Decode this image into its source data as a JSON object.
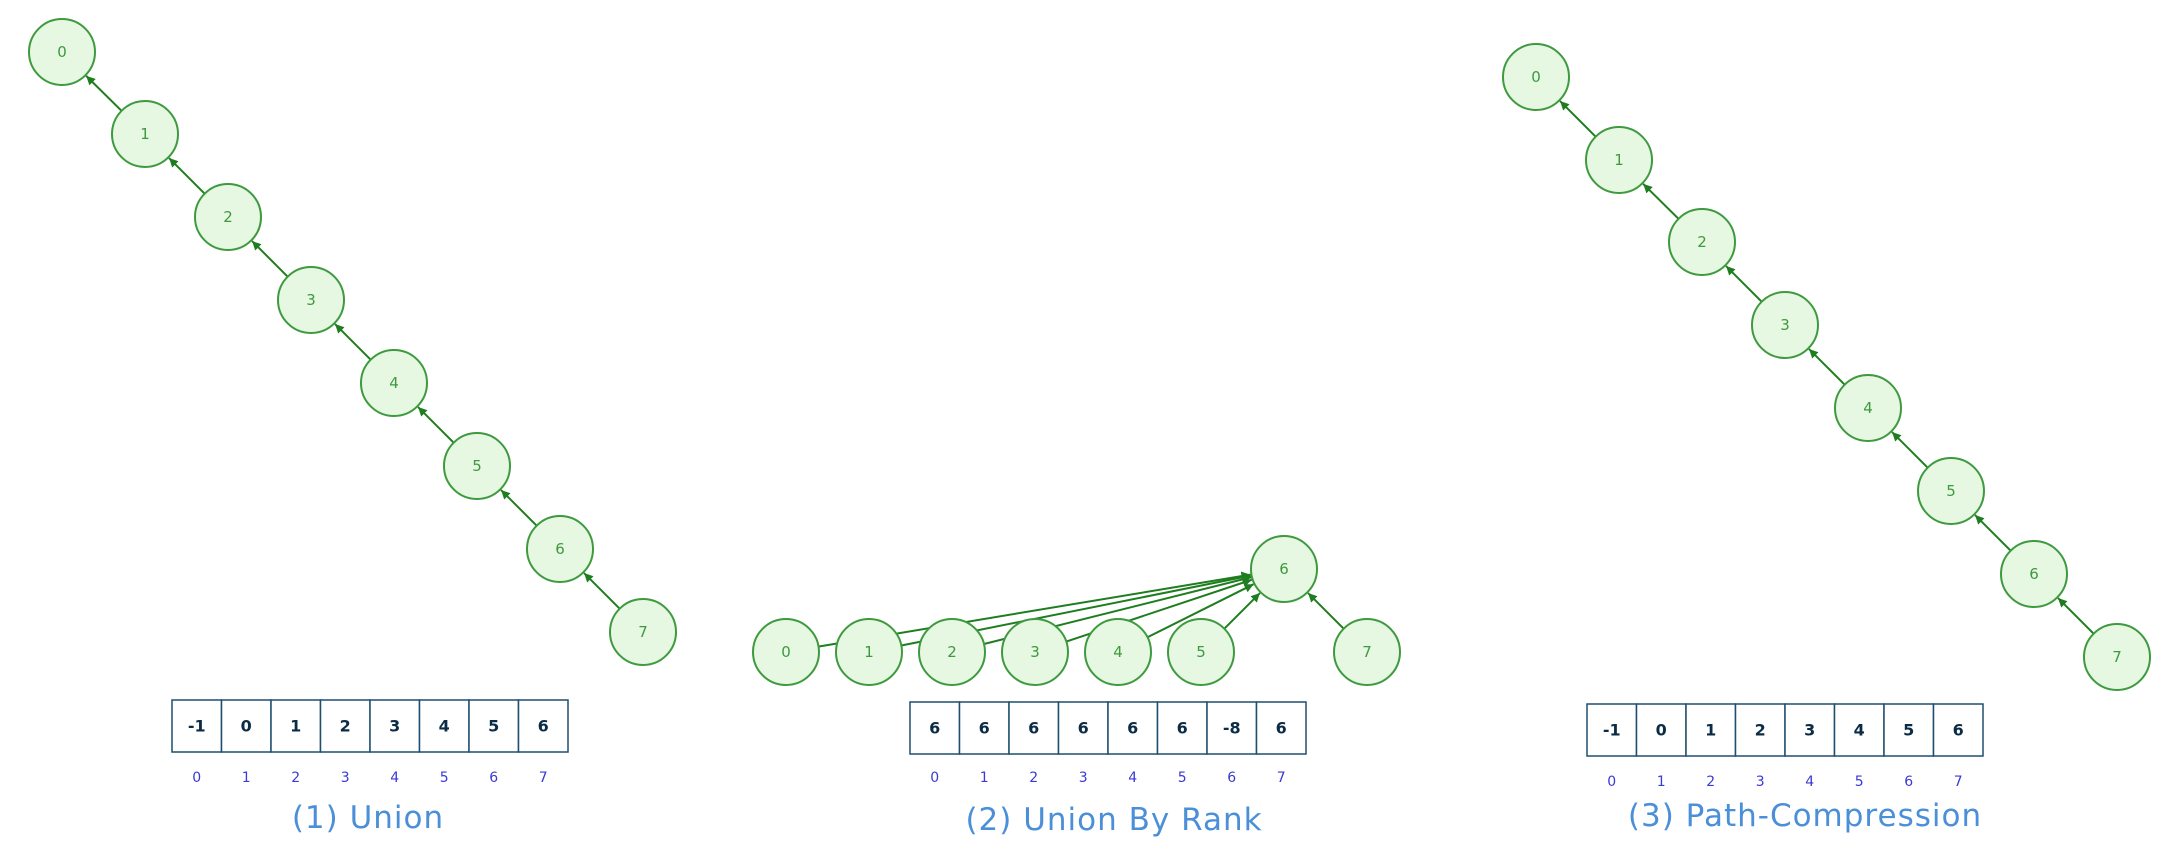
{
  "panels": [
    {
      "id": "union",
      "caption": "(1) Union",
      "nodes": [
        "0",
        "1",
        "2",
        "3",
        "4",
        "5",
        "6",
        "7"
      ],
      "edges": [
        [
          1,
          0
        ],
        [
          2,
          1
        ],
        [
          3,
          2
        ],
        [
          4,
          3
        ],
        [
          5,
          4
        ],
        [
          6,
          5
        ],
        [
          7,
          6
        ]
      ],
      "array_values": [
        "-1",
        "0",
        "1",
        "2",
        "3",
        "4",
        "5",
        "6"
      ],
      "array_indices": [
        "0",
        "1",
        "2",
        "3",
        "4",
        "5",
        "6",
        "7"
      ]
    },
    {
      "id": "union-by-rank",
      "caption": "(2) Union By Rank",
      "nodes": [
        "0",
        "1",
        "2",
        "3",
        "4",
        "5",
        "6",
        "7"
      ],
      "edges": [
        [
          0,
          6
        ],
        [
          1,
          6
        ],
        [
          2,
          6
        ],
        [
          3,
          6
        ],
        [
          4,
          6
        ],
        [
          5,
          6
        ],
        [
          7,
          6
        ]
      ],
      "array_values": [
        "6",
        "6",
        "6",
        "6",
        "6",
        "6",
        "-8",
        "6"
      ],
      "array_indices": [
        "0",
        "1",
        "2",
        "3",
        "4",
        "5",
        "6",
        "7"
      ]
    },
    {
      "id": "path-compression",
      "caption": "(3) Path-Compression",
      "nodes": [
        "0",
        "1",
        "2",
        "3",
        "4",
        "5",
        "6",
        "7"
      ],
      "edges": [
        [
          1,
          0
        ],
        [
          2,
          1
        ],
        [
          3,
          2
        ],
        [
          4,
          3
        ],
        [
          5,
          4
        ],
        [
          6,
          5
        ],
        [
          7,
          6
        ]
      ],
      "array_values": [
        "-1",
        "0",
        "1",
        "2",
        "3",
        "4",
        "5",
        "6"
      ],
      "array_indices": [
        "0",
        "1",
        "2",
        "3",
        "4",
        "5",
        "6",
        "7"
      ]
    }
  ],
  "colors": {
    "node_fill": "#e6f7e2",
    "node_stroke": "#3e9a3e",
    "edge": "#1e7d1e",
    "cell_border": "#1f4f6f",
    "index_text": "#3a3ad6",
    "caption_text": "#4a8fd8"
  }
}
